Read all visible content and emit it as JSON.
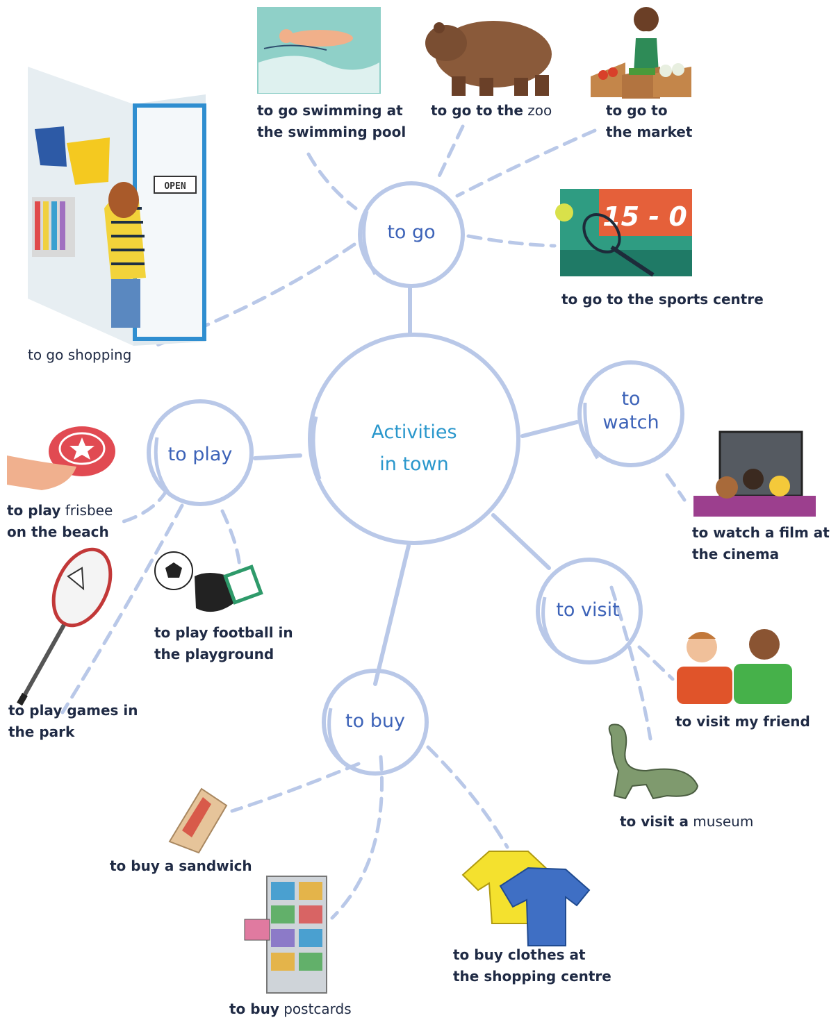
{
  "center": {
    "line1": "Activities",
    "line2": "in town"
  },
  "hubs": {
    "go": "to go",
    "watch_line1": "to",
    "watch_line2": "watch",
    "play": "to play",
    "visit": "to visit",
    "buy": "to buy"
  },
  "captions": {
    "swimming": {
      "line1": "to go swimming at",
      "line2": "the swimming pool"
    },
    "zoo": {
      "bold": "to go to the",
      "normal": " zoo"
    },
    "market": {
      "line1": "to go to",
      "line2": "the market"
    },
    "sports": "to go to the sports centre",
    "shopping": "to go shopping",
    "film": {
      "line1": "to watch a film at",
      "line2": "the cinema"
    },
    "frisbee": {
      "bold1": "to play",
      "normal1": " frisbee",
      "line2": "on the beach"
    },
    "football": {
      "line1": "to play football in",
      "line2": "the playground"
    },
    "games": {
      "line1": "to play games in",
      "line2": "the park"
    },
    "friend": "to visit my friend",
    "museum": {
      "bold": "to visit a",
      "normal": " museum"
    },
    "sandwich": "to buy a sandwich",
    "clothes": {
      "line1": "to buy clothes at",
      "line2": "the shopping centre"
    },
    "postcards": {
      "bold": "to buy",
      "normal": " postcards"
    }
  },
  "scoreboard": "15 - 0",
  "shop_sign": "OPEN",
  "colors": {
    "lines": "#b9c8e8",
    "hub_text": "#3d63b8",
    "center_text": "#2a97cc"
  },
  "icons": [
    "swimmer",
    "bear",
    "market-stall",
    "tennis",
    "shop-door",
    "cinema",
    "frisbee",
    "football",
    "badminton-racket",
    "friends",
    "dinosaur",
    "sandwich",
    "postcards",
    "t-shirts"
  ]
}
